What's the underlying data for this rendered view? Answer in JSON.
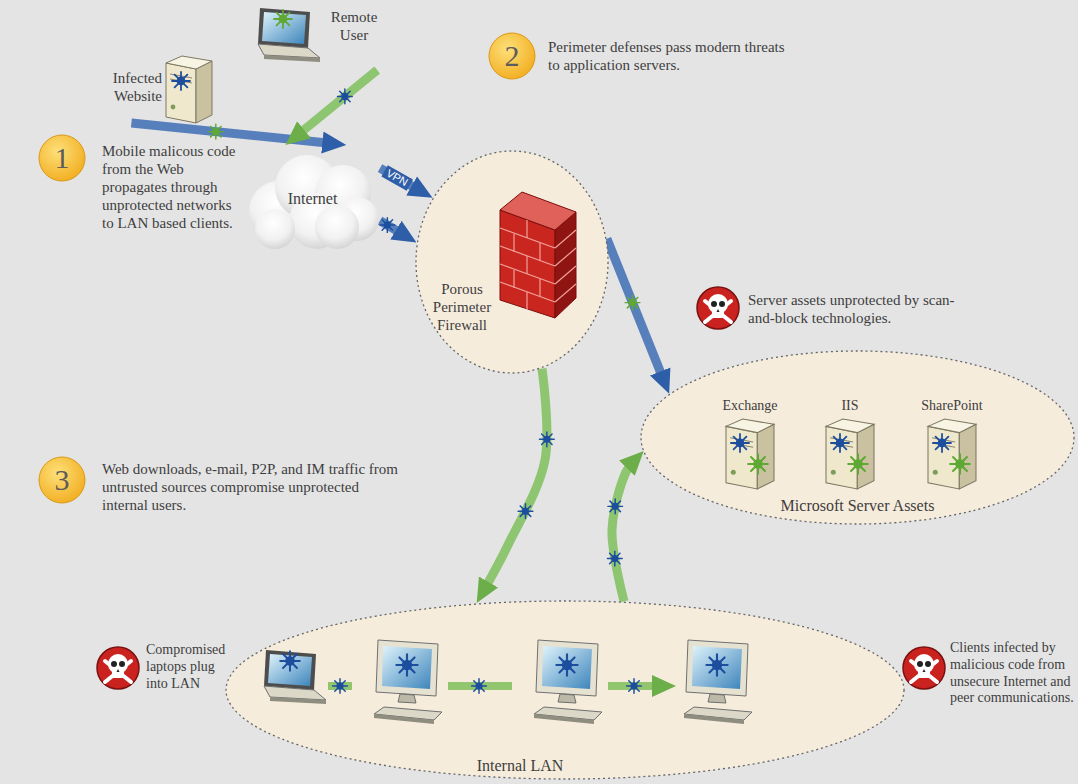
{
  "diagram": {
    "nodes": [
      {
        "text": [
          "Remote User"
        ]
      },
      {
        "text": [
          "Infected Website"
        ]
      },
      {
        "text": [
          "Internet"
        ]
      },
      {
        "text": [
          "2",
          "Perimeter defenses pass modern threats to application servers."
        ]
      },
      {
        "text": [
          "1",
          "Mobile malicous code from the Web propagates through unprotected networks to LAN based clients."
        ]
      },
      {
        "text": [
          "Porous Perimeter Firewall"
        ]
      },
      {
        "text": [
          "Microsoft Server Assets"
        ]
      },
      {
        "text": [
          "Exchange"
        ],
        "in": 6
      },
      {
        "text": [
          "IIS"
        ],
        "in": 6
      },
      {
        "text": [
          "SharePoint"
        ],
        "in": 6
      },
      {
        "text": [
          "3",
          "Web downloads, e-mail, P2P, and IM traffic from untrusted sources compromise unprotected internal users."
        ]
      },
      {
        "text": [
          "Internal LAN"
        ]
      }
    ],
    "edges": [
      {
        "from": 1,
        "to": 2,
        "arrow": "to"
      },
      {
        "from": 0,
        "to": 2,
        "arrow": "to"
      },
      {
        "from": 2,
        "to": 5,
        "arrow": "to",
        "label": "VPN"
      },
      {
        "from": 2,
        "to": 5,
        "arrow": "to"
      },
      {
        "from": 5,
        "to": 6,
        "arrow": "to"
      },
      {
        "from": 5,
        "to": 11,
        "arrow": "to"
      },
      {
        "from": 11,
        "to": 6,
        "arrow": "to"
      }
    ],
    "labels": [
      "Server assets unprotected by scan-and-block technologies.",
      "Compromised laptops plug into LAN",
      "Clients infected by malicious code from unsecure Internet and peer communications."
    ]
  }
}
